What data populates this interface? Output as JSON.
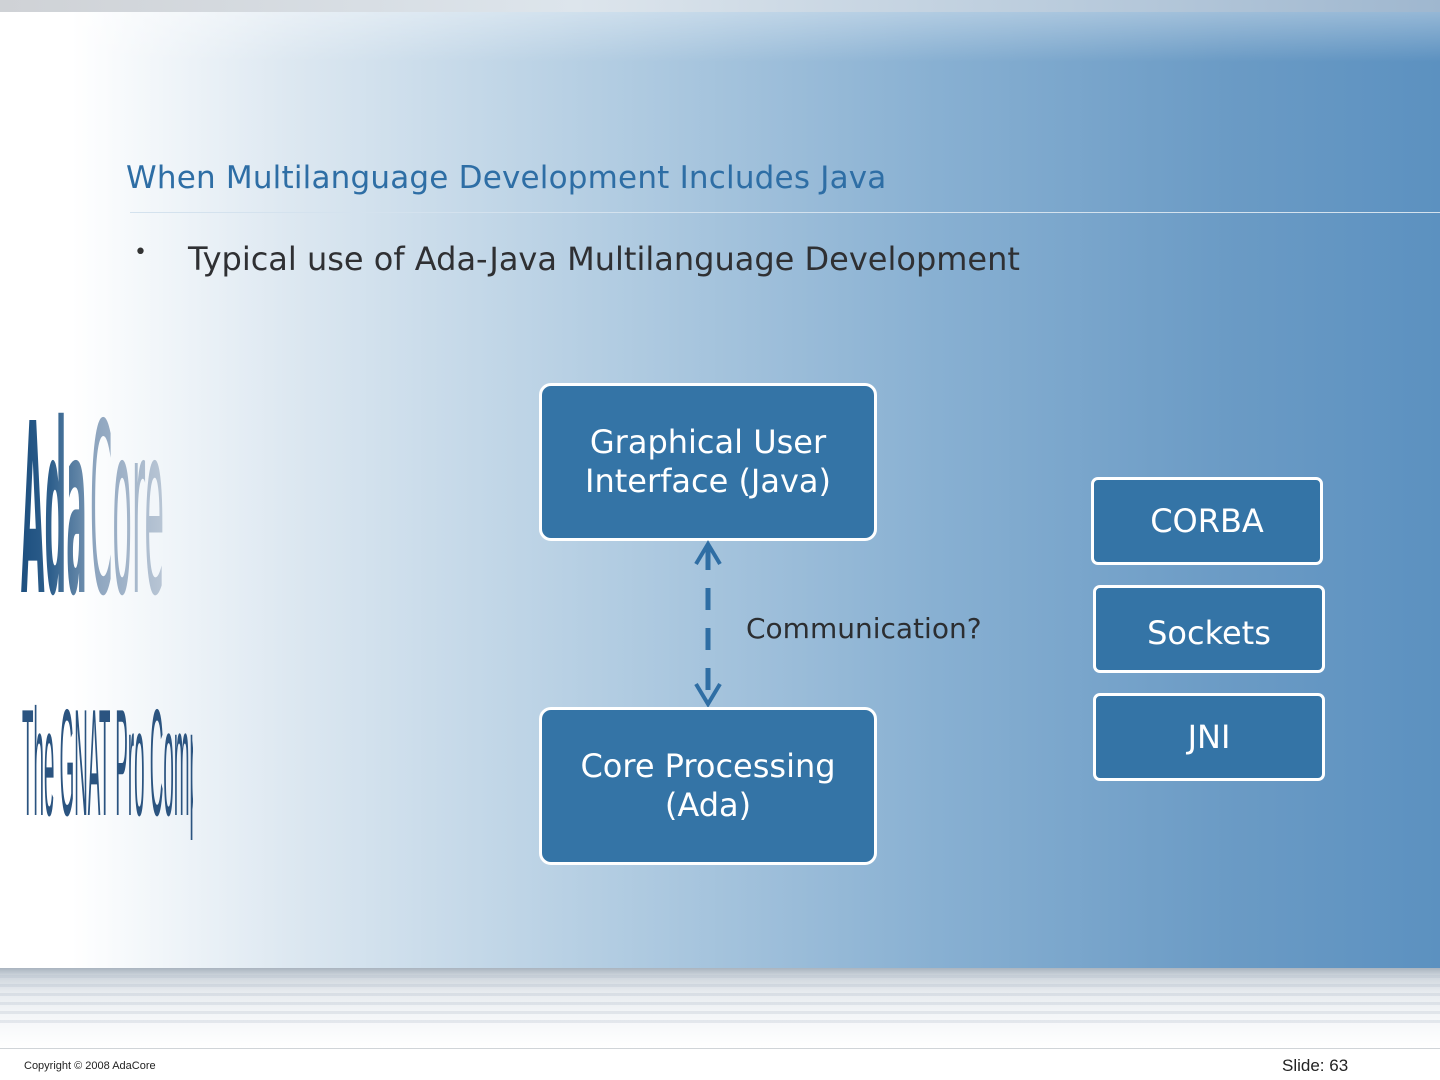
{
  "slide": {
    "title": "When Multilanguage Development Includes Java",
    "bullet": "Typical use of Ada-Java Multilanguage Development"
  },
  "logo": {
    "brand": "AdaCore",
    "tagline": "The GNAT Pro Company"
  },
  "diagram": {
    "top_box": "Graphical User\nInterface (Java)",
    "bottom_box": "Core Processing\n(Ada)",
    "connector_label": "Communication?",
    "options": [
      "CORBA",
      "Sockets",
      "JNI"
    ]
  },
  "footer": {
    "copyright": "Copyright © 2008 AdaCore",
    "slide_number": "Slide: 63"
  },
  "colors": {
    "title": "#2e6ea5",
    "box_fill": "#3474a6",
    "box_border": "#ffffff",
    "logo": "#1d4f7f"
  }
}
